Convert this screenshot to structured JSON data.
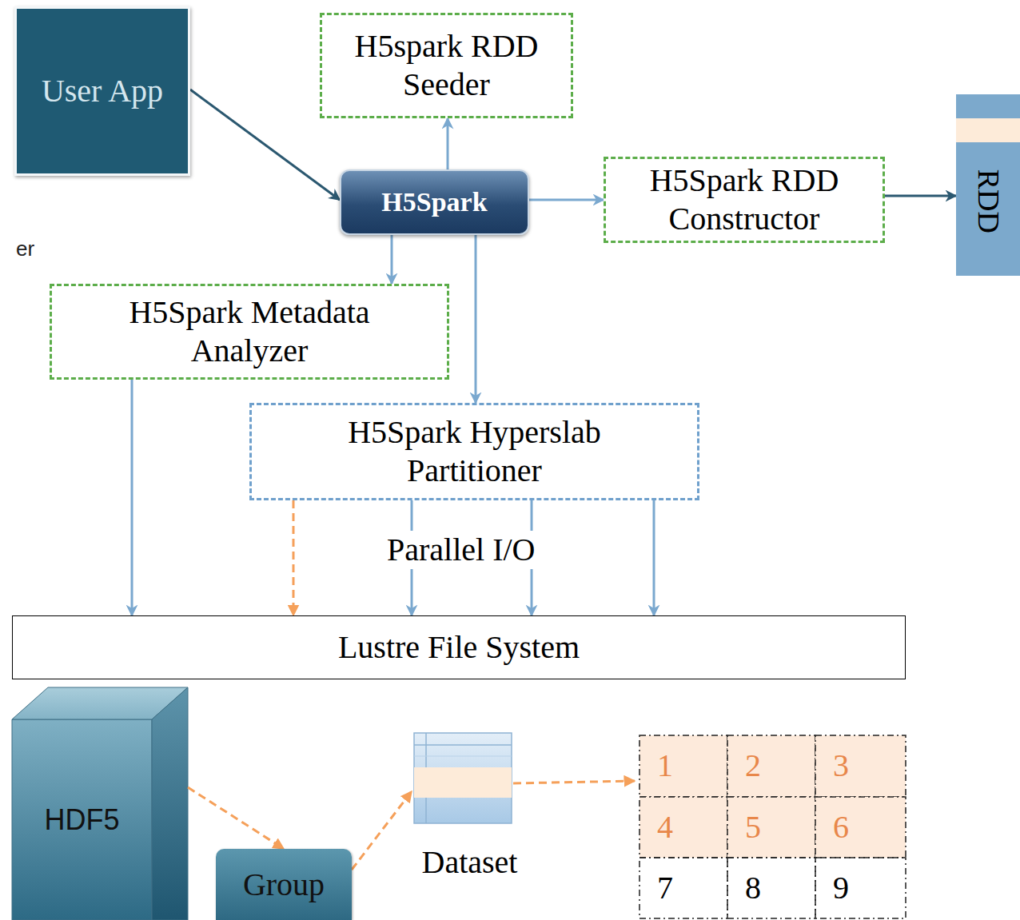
{
  "diagram": {
    "nodes": [
      {
        "text": [
          "User App"
        ]
      },
      {
        "text": [
          "H5Spark"
        ]
      },
      {
        "text": [
          "H5spark RDD Seeder"
        ]
      },
      {
        "text": [
          "H5Spark RDD Constructor"
        ]
      },
      {
        "text": [
          "RDD"
        ]
      },
      {
        "text": [
          "H5Spark Metadata Analyzer"
        ]
      },
      {
        "text": [
          "H5Spark Hyperslab Partitioner"
        ]
      },
      {
        "text": [
          "Lustre File System"
        ]
      },
      {
        "text": [
          "HDF5"
        ]
      },
      {
        "text": [
          "Group"
        ]
      },
      {
        "text": [
          "Dataset"
        ]
      }
    ],
    "edges": [
      {
        "from": 0,
        "to": 1,
        "arrow": "to"
      },
      {
        "from": 1,
        "to": 2,
        "arrow": "to"
      },
      {
        "from": 1,
        "to": 3,
        "arrow": "to"
      },
      {
        "from": 3,
        "to": 4,
        "arrow": "to"
      },
      {
        "from": 1,
        "to": 5,
        "arrow": "to"
      },
      {
        "from": 1,
        "to": 6,
        "arrow": "to"
      },
      {
        "from": 5,
        "to": 7,
        "arrow": "to"
      },
      {
        "from": 6,
        "to": 7,
        "arrow": "to"
      },
      {
        "from": 6,
        "to": 7,
        "arrow": "to"
      },
      {
        "from": 6,
        "to": 7,
        "arrow": "to"
      },
      {
        "from": 6,
        "to": 7,
        "arrow": "to"
      },
      {
        "from": 8,
        "to": 9,
        "arrow": "to"
      },
      {
        "from": 9,
        "to": 10,
        "arrow": "to"
      }
    ],
    "labels": [
      "er",
      "Parallel I/O",
      "1",
      "2",
      "3",
      "4",
      "5",
      "6",
      "7",
      "8",
      "9"
    ]
  }
}
